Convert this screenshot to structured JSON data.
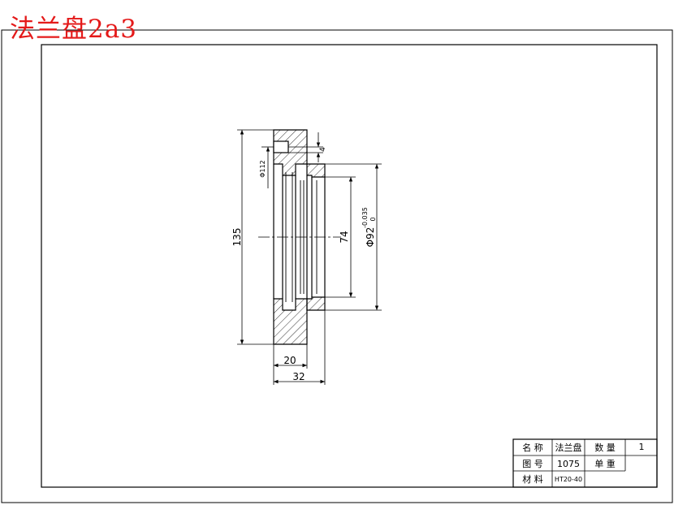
{
  "page_title": "法兰盘2a3",
  "dimensions": {
    "overall_height": "135",
    "thread_diameter": "Φ112",
    "small_step": "4",
    "bore": "74",
    "fit_diameter": "Φ92",
    "tolerance_upper": "-0.035",
    "tolerance_lower": "0",
    "flange_thickness": "20",
    "total_width": "32"
  },
  "title_block": {
    "name_label": "名 称",
    "name_value": "法兰盘",
    "qty_label": "数 量",
    "qty_value": "1",
    "drawing_no_label": "图 号",
    "drawing_no_value": "1075",
    "unit_weight_label": "单 重",
    "material_label": "材 料",
    "material_value": "HT20-40"
  }
}
